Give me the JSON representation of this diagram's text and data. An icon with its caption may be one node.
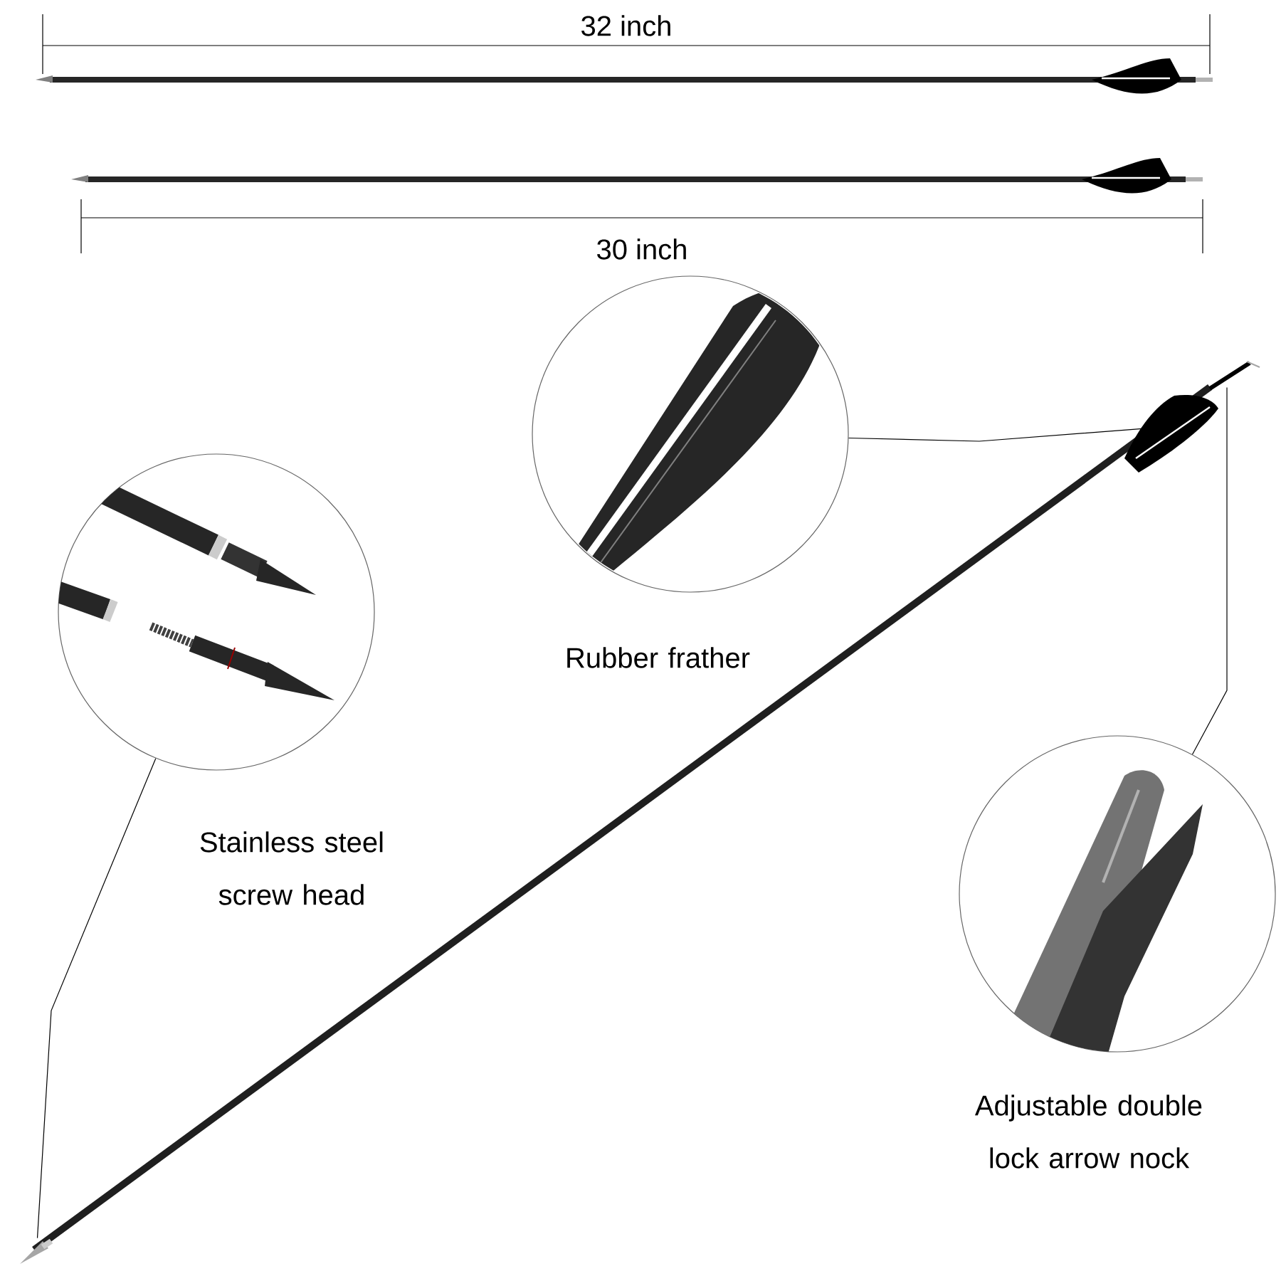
{
  "diagram": {
    "nodes": [
      {
        "text": [
          "Rubber frather"
        ]
      },
      {
        "text": [
          "Stainless steel screw head"
        ]
      },
      {
        "text": [
          "Adjustable double lock arrow nock"
        ]
      },
      {
        "text": [],
        "shape": "picture"
      },
      {
        "text": [],
        "shape": "picture"
      },
      {
        "text": [],
        "shape": "picture"
      }
    ],
    "edges": [
      {
        "from": 0,
        "to": 3,
        "arrow": "none"
      },
      {
        "from": 1,
        "to": 4,
        "arrow": "none"
      },
      {
        "from": 2,
        "to": 5,
        "arrow": "none"
      }
    ],
    "labels": [
      "32 inch",
      "30 inch"
    ]
  }
}
